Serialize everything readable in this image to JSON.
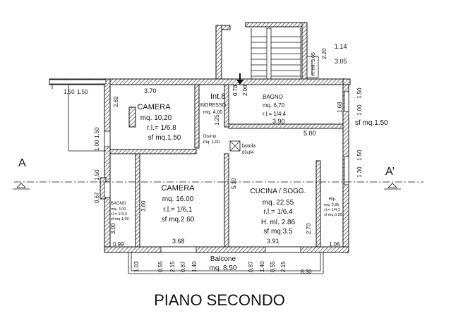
{
  "title": "PIANO SECONDO",
  "section_marks": {
    "left": "A",
    "right": "A’"
  },
  "rooms": {
    "camera_top": {
      "name": "CAMERA",
      "area": "mq. 10,20",
      "ri": "r.l.= 1/6.8",
      "sf": "sf mq.1.50"
    },
    "ingresso": {
      "label1": "Int.8",
      "label2": "INGRESSO",
      "area": "mq. 4,00"
    },
    "bagno_top": {
      "name": "BAGNO",
      "area": "mq. 6,70",
      "ri": "r.l.= 1/4,4"
    },
    "disimp": {
      "name": "Disimp.",
      "area": "mq. 1,00"
    },
    "botola": {
      "name": "botola",
      "size": "85x84"
    },
    "camera_bottom": {
      "name": "CAMERA",
      "area": "mq. 16.00",
      "ri": "r.l.= 1/6,1",
      "sf": "sf mq.2.60"
    },
    "cucina": {
      "name": "CUCINA / SOGG.",
      "area": "mq. 22.55",
      "ri": "r.l.= 1/6.4",
      "height": "H. ml. 2.86",
      "sf": "sf mq.3.5"
    },
    "bagno_left": {
      "name": "BAGNO",
      "area": "mq. 3,00",
      "ri": "r.l.= 1/3,0",
      "sf": "sf mq.1,00"
    },
    "rip": {
      "name": "Rip.",
      "area": "mq. 2,85",
      "ri": "r.l.= 1/4,1",
      "sf": "sf mq.0,90"
    },
    "balcone": {
      "name": "Balcone",
      "area": "mq. 8.50"
    },
    "right_sf": "sf mq.1.50"
  },
  "dimensions": {
    "top_left": "1.50",
    "top_left2": "1.50",
    "camera_width": "3.70",
    "d282": "2.82",
    "d078": "0.78",
    "d200": "2.00",
    "d220": "2.20",
    "d305": "3.05",
    "h305": "H. ml. 3.05",
    "d114": "1.14",
    "d305b": "3.05",
    "d390": "3.90",
    "d500": "5.00",
    "d168": "1.68",
    "d100r": "1.00",
    "d150r": "1.50",
    "d125": "1.25",
    "d150l": "1.50",
    "d100l": "1.00",
    "d067": "0.67",
    "d150l2": "1.50",
    "d360": "3.60",
    "d300": "3.00",
    "d510": "5.10",
    "d130": "1.30",
    "d150r2": "1.50",
    "d270": "2.70",
    "d099": "0.99",
    "d368": "3.68",
    "d391": "3.91",
    "d106": "1.06",
    "b103": "1.03",
    "b055": "0.55",
    "b215": "2.15",
    "b087": "0.87",
    "b140": "1.40",
    "b140b": "1.40",
    "b087b": "0.87",
    "b055b": "0.55",
    "b215b": "2.15",
    "b830": "8.30"
  }
}
